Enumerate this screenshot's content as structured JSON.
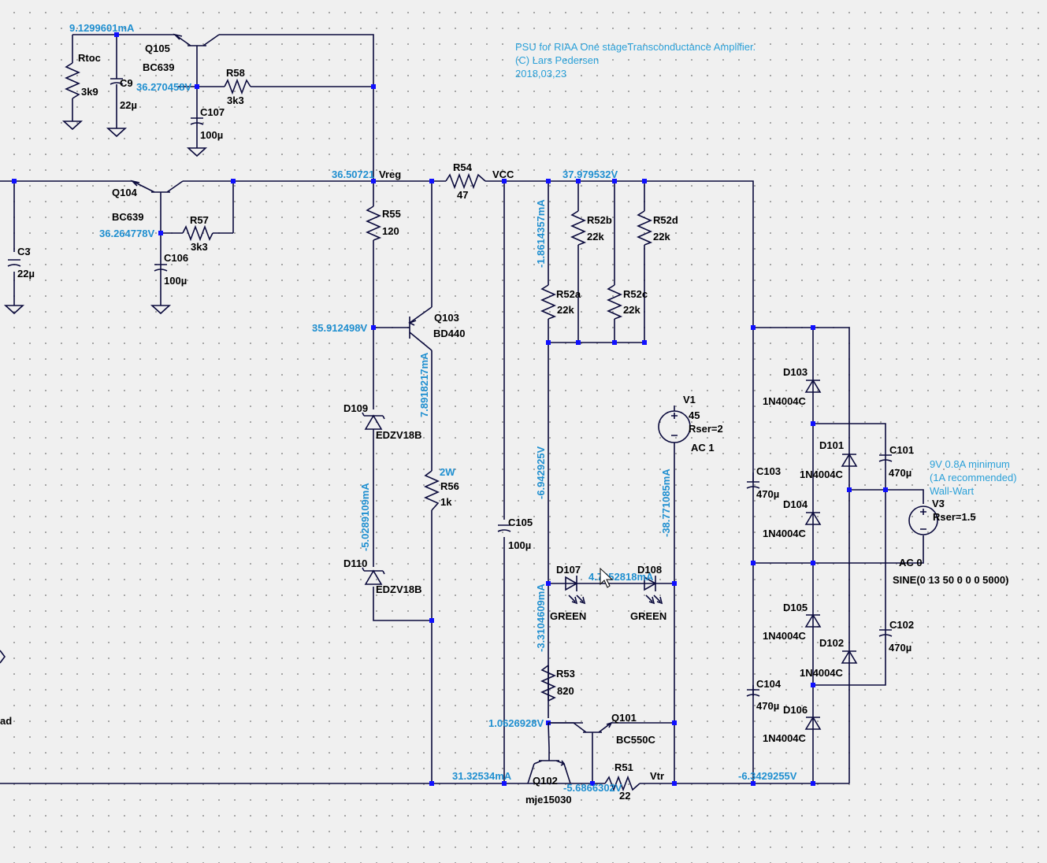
{
  "title": {
    "line1": "PSU for RIAA One stageTransconductance Amplifier.",
    "line2": "(C) Lars Pedersen",
    "line3": "2018,03,23"
  },
  "wallwart_note": {
    "line1": "9V 0.8A minimum",
    "line2": "(1A recommended)",
    "line3": "Wall-Wart"
  },
  "nets": {
    "vreg": "Vreg",
    "vcc": "VCC",
    "vtr": "Vtr"
  },
  "measurements": {
    "q105_current": "9.1299601mA",
    "q105_base": "36.270458V",
    "vreg_voltage": "36.50721",
    "q104_base": "36.264778V",
    "vcc_voltage": "37.979532V",
    "q103_base": "35.912498V",
    "q103_collector_current": "7.8918217mA",
    "zener_current": "-5.0289109mA",
    "r52_current": "-1.8614357mA",
    "r52_ladder_voltage": "-6.942925V",
    "led_current": "-3.3104609mA",
    "led_string_current": "4.7052818mA",
    "v1_current": "-38.771085mA",
    "q101_base": "1.0626928V",
    "ground_current": "31.32534mA",
    "q102_emitter": "-5.6866302V",
    "bridge_neg": "-6.3429255V"
  },
  "components": {
    "rtoc": {
      "name": "Rtoc",
      "value": "3k9"
    },
    "c9": {
      "name": "C9",
      "value": "22µ"
    },
    "q105": {
      "name": "Q105",
      "value": "BC639"
    },
    "r58": {
      "name": "R58",
      "value": "3k3"
    },
    "c107": {
      "name": "C107",
      "value": "100µ"
    },
    "q104": {
      "name": "Q104",
      "value": "BC639"
    },
    "r57": {
      "name": "R57",
      "value": "3k3"
    },
    "c106": {
      "name": "C106",
      "value": "100µ"
    },
    "c3": {
      "name": "C3",
      "value": "22µ"
    },
    "r55": {
      "name": "R55",
      "value": "120"
    },
    "r54": {
      "name": "R54",
      "value": "47"
    },
    "q103": {
      "name": "Q103",
      "value": "BD440"
    },
    "d109": {
      "name": "D109",
      "value": "EDZV18B"
    },
    "d110": {
      "name": "D110",
      "value": "EDZV18B"
    },
    "r56": {
      "name": "R56",
      "value": "1k",
      "power": "2W"
    },
    "c105": {
      "name": "C105",
      "value": "100µ"
    },
    "r52a": {
      "name": "R52a",
      "value": "22k"
    },
    "r52b": {
      "name": "R52b",
      "value": "22k"
    },
    "r52c": {
      "name": "R52c",
      "value": "22k"
    },
    "r52d": {
      "name": "R52d",
      "value": "22k"
    },
    "d107": {
      "name": "D107",
      "value": "GREEN"
    },
    "d108": {
      "name": "D108",
      "value": "GREEN"
    },
    "v1": {
      "name": "V1",
      "value": "45",
      "rser": "Rser=2",
      "ac": "AC 1"
    },
    "r53": {
      "name": "R53",
      "value": "820"
    },
    "q101": {
      "name": "Q101",
      "value": "BC550C"
    },
    "q102": {
      "name": "Q102",
      "value": "mje15030"
    },
    "r51": {
      "name": "R51",
      "value": "22"
    },
    "c103": {
      "name": "C103",
      "value": "470µ"
    },
    "c104": {
      "name": "C104",
      "value": "470µ"
    },
    "c101": {
      "name": "C101",
      "value": "470µ"
    },
    "c102": {
      "name": "C102",
      "value": "470µ"
    },
    "d103": {
      "name": "D103",
      "value": "1N4004C"
    },
    "d104": {
      "name": "D104",
      "value": "1N4004C"
    },
    "d105": {
      "name": "D105",
      "value": "1N4004C"
    },
    "d106": {
      "name": "D106",
      "value": "1N4004C"
    },
    "d101": {
      "name": "D101",
      "value": "1N4004C"
    },
    "d102": {
      "name": "D102",
      "value": "1N4004C"
    },
    "v3": {
      "name": "V3",
      "rser": "Rser=1.5",
      "ac": "AC 0",
      "sine": "SINE(0 13 50 0 0 0 5000)"
    }
  },
  "fragment_left": "ad"
}
